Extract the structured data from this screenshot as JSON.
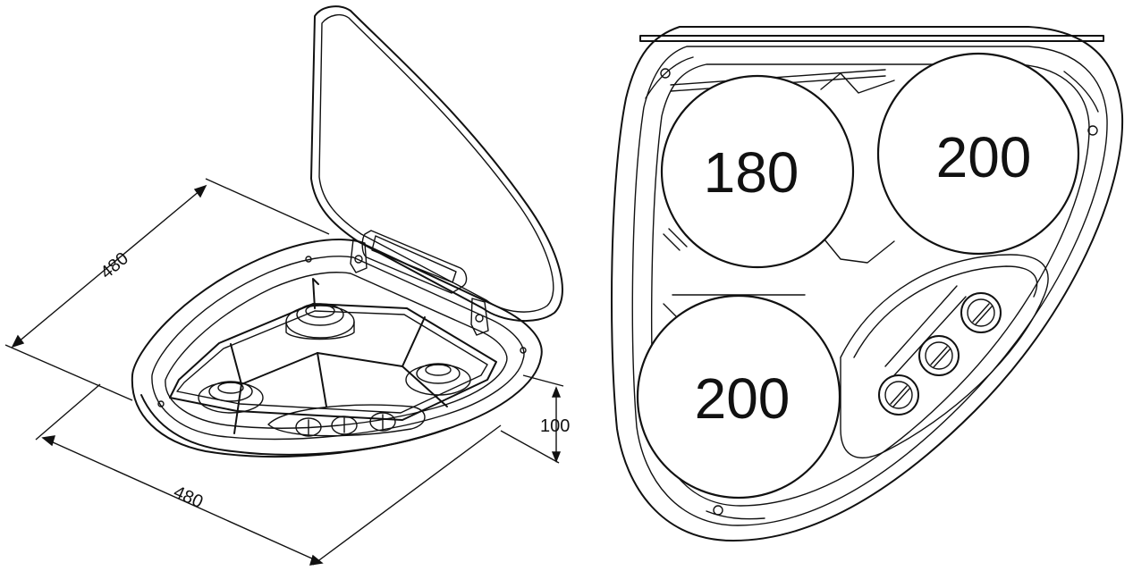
{
  "left_view": {
    "dimensions": {
      "depth": "480",
      "width": "480",
      "height": "100"
    }
  },
  "right_view": {
    "burners": [
      {
        "label": "180"
      },
      {
        "label": "200"
      },
      {
        "label": "200"
      }
    ],
    "knob_count": 3
  },
  "colors": {
    "line": "#111111",
    "background": "#ffffff"
  }
}
